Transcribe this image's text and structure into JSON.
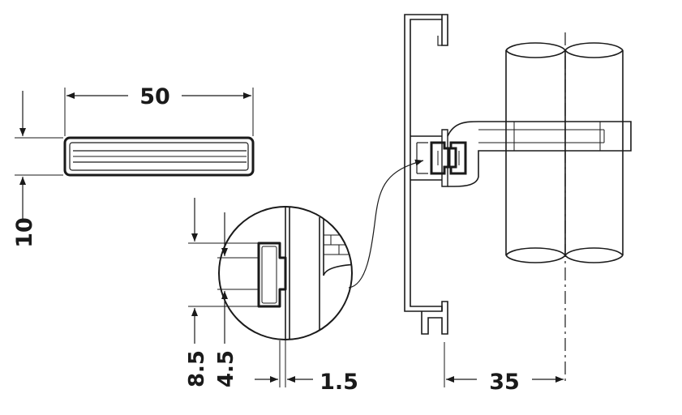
{
  "dimensions": {
    "overall_length": "50",
    "overall_height": "10",
    "detail_outer": "8.5",
    "detail_inner": "4.5",
    "detail_thickness": "1.5",
    "pipe_offset": "35"
  }
}
